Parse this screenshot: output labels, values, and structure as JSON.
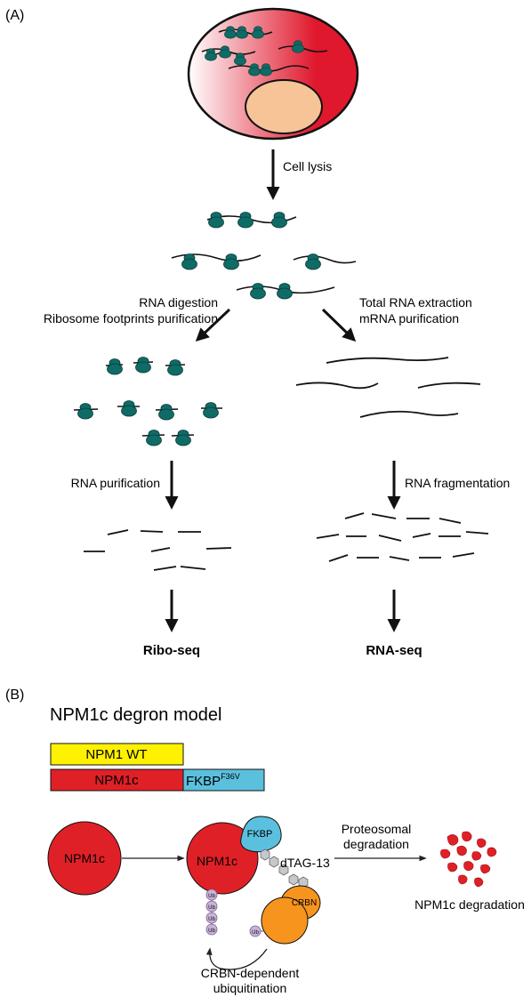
{
  "panel_a": {
    "label": "(A)",
    "step_cell_lysis": "Cell lysis",
    "left_branch_line1": "RNA digestion",
    "left_branch_line2": "Ribosome footprints purification",
    "right_branch_line1": "Total RNA extraction",
    "right_branch_line2": "mRNA purification",
    "left_step": "RNA purification",
    "right_step": "RNA fragmentation",
    "left_result": "Ribo-seq",
    "right_result": "RNA-seq"
  },
  "panel_b": {
    "label": "(B)",
    "title": "NPM1c degron model",
    "bar_wt": "NPM1 WT",
    "bar_mut": "NPM1c",
    "bar_tag": "FKBP",
    "bar_tag_sup": "F36V",
    "circle_left": "NPM1c",
    "circle_mid": "NPM1c",
    "fkbp": "FKBP",
    "dtag": "dTAG-13",
    "crbn": "CRBN",
    "ub": "Ub",
    "proteosomal_line1": "Proteosomal",
    "proteosomal_line2": "degradation",
    "degradation_label": "NPM1c degradation",
    "crbn_dep_line1": "CRBN-dependent",
    "crbn_dep_line2": "ubiquitination"
  },
  "colors": {
    "ribosome": "#0f6b66",
    "cell_red": "#e0182d",
    "nucleus": "#f6c497",
    "npm1c_red": "#e02027",
    "wt_yellow": "#fff200",
    "fkbp_blue": "#5bc0de",
    "crbn_orange": "#f7941d",
    "ub_lavender": "#c9b3d6",
    "linker_gray": "#c8c8cc"
  }
}
